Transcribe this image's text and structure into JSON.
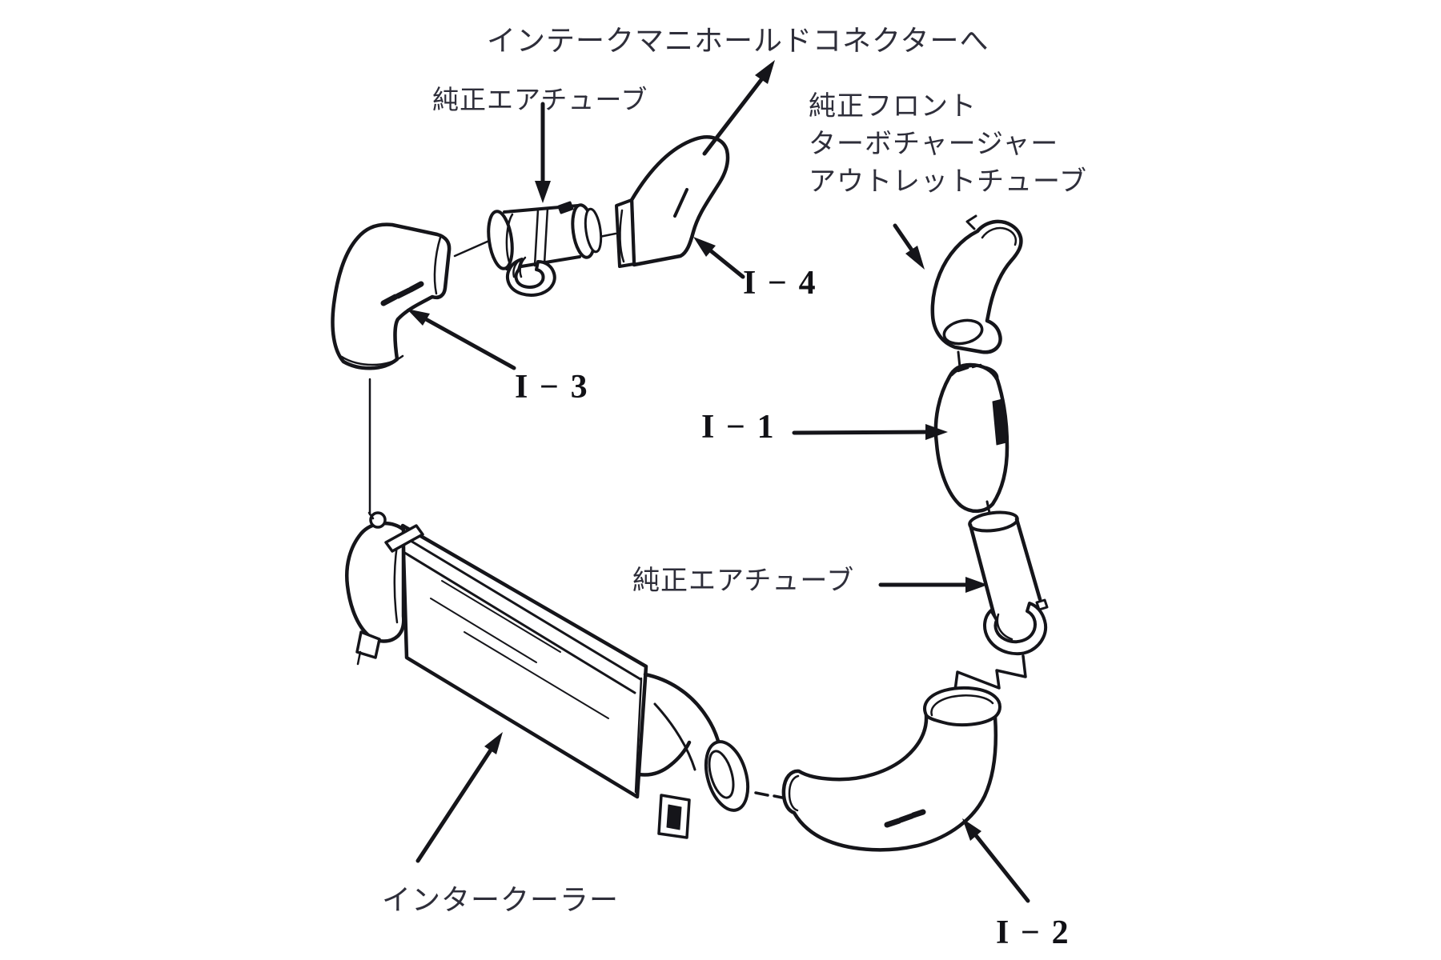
{
  "colors": {
    "ink": "#15151a",
    "text": "#2e2e3a",
    "background": "#ffffff"
  },
  "labels": {
    "to_intake_manifold": "インテークマニホールドコネクターへ",
    "stock_air_tube_top": "純正エアチューブ",
    "stock_front_turbo_line1": "純正フロント",
    "stock_front_turbo_line2": "ターボチャージャー",
    "stock_front_turbo_line3": "アウトレットチューブ",
    "part_i4": "I−4",
    "part_i3": "I−3",
    "part_i1": "I−1",
    "stock_air_tube_right": "純正エアチューブ",
    "intercooler": "インタークーラー",
    "part_i2": "I−2"
  }
}
